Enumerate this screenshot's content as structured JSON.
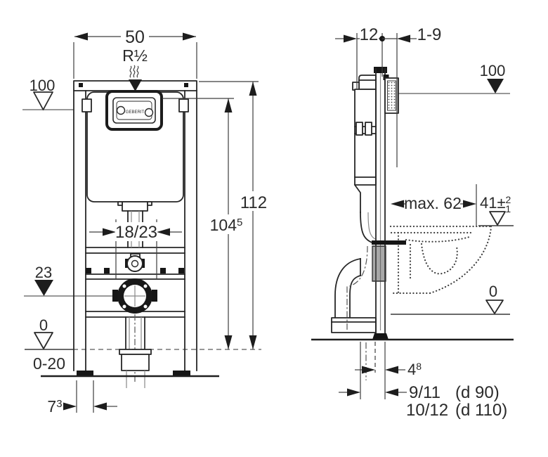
{
  "drawing": {
    "front_view": {
      "dim_width": "50",
      "supply": "R½",
      "level_100": "100",
      "dim_height_total": "112",
      "dim_height_actuation": {
        "main": "104",
        "sup": "5"
      },
      "dim_bolt_spacing": "18/23",
      "level_23": "23",
      "level_0": "0",
      "floor_range": "0-20",
      "dim_foot": {
        "main": "7",
        "sup": "3"
      },
      "brand": "GEBERIT"
    },
    "side_view": {
      "dim_depth": "12",
      "dim_wall_distance": "1-9",
      "level_100": "100",
      "dim_pan_depth": "max. 62",
      "dim_pan_height": {
        "main": "41±",
        "plus": "2",
        "minus": "1"
      },
      "level_0": "0",
      "dim_outlet_offset": {
        "main": "4",
        "sup": "8"
      },
      "outlet_size_90": "9/11",
      "outlet_diameter_90": "(d 90)",
      "outlet_size_110": "10/12",
      "outlet_diameter_110": "(d 110)"
    }
  }
}
